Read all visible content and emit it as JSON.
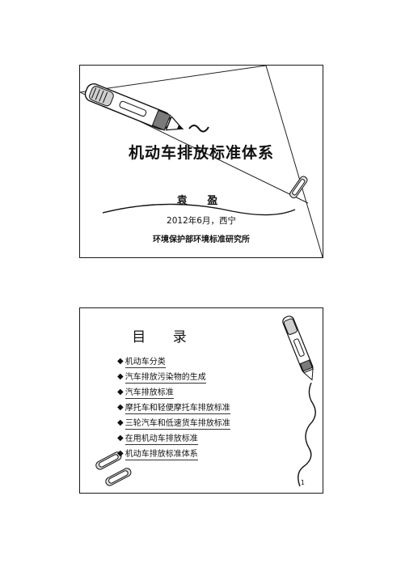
{
  "slides": [
    {
      "title": "机动车排放标准体系",
      "author": "袁 盈",
      "date_location": "2012年6月，西宁",
      "organization": "环境保护部环境标准研究所"
    },
    {
      "title": "目 录",
      "toc": [
        "机动车分类",
        "汽车排放污染物的生成",
        "汽车排放标准",
        "摩托车和轻便摩托车排放标准",
        "三轮汽车和低速货车排放标准",
        "在用机动车排放标准",
        "机动车排放标准体系"
      ],
      "bullet": "◆",
      "page_number": "1"
    }
  ]
}
